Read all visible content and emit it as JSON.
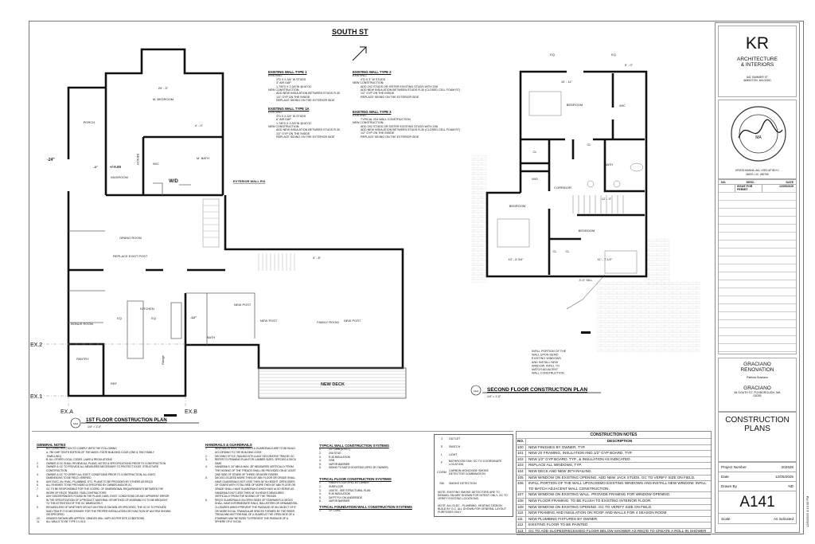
{
  "street_title": "SOUTH ST",
  "wall_types": [
    {
      "title": "EXISTING WALL TYPE 1",
      "lines": [
        "EXISTING:",
        "3\"D X 2-3/4\" W STUDS",
        "3\" AIR GAP",
        "1-7/8\"D X 2-3/4\"W @16\"OC",
        "NEW CONSTRUCTION:",
        "ADD NEW INSULATION BETWEEN STUDS R-30",
        "1/2\" GYP ON THE INSIDE",
        "REPLACE SIDING ON THE EXTERIOR SIDE"
      ]
    },
    {
      "title": "EXISTING WALL TYPE 1A",
      "lines": [
        "EXISTING:",
        "3\"D X 2-3/4\" W STUDS",
        "6\" AIR GAP",
        "1-7/8\"D X 2-3/4\"W @16\"OC",
        "NEW CONSTRUCTION:",
        "ADD NEW INSULATION BETWEEN STUDS R-30",
        "1/2\" GYP ON THE INSIDE",
        "REPLACE SIDING ON THE EXTERIOR SIDE"
      ]
    },
    {
      "title": "EXISTING WALL TYPE 2",
      "lines": [
        "EXISTING:",
        "4\"D X 3\" W STUDS",
        "NEW CONSTRUCTION:",
        "ADD 2X2 STUDS OR SISTER EXISTING STUDS WITH 2X6",
        "ADD NEW INSULATION BETWEEN STUDS R-30 (CLOSED CELL FOAM R7)",
        "1/2\" GYP ON THE INSIDE",
        "REPLACE SIDING ON THE EXTERIOR SIDE"
      ]
    },
    {
      "title": "EXISTING WALL TYPE 3",
      "lines": [
        "EXISTING:",
        "TYPICAL 2X4 WALL CONSTRUCTION",
        "NEW CONSTRUCTION:",
        "ADD 2X2 STUDS OR SISTER EXISTING STUDS WITH 2X6",
        "ADD NEW INSULATION BETWEEN STUDS R-30 (CLOSED CELL FOAM R7)",
        "1/2\" GYP ON THE INSIDE",
        "REPLACE SIDING ON THE EXTERIOR SIDE"
      ]
    }
  ],
  "plan1": {
    "title": "1ST FLOOR CONSTRUCTION  PLAN",
    "scale": "1/4\" = 1'-0\"",
    "ref": "A111",
    "rooms": [
      "M. BEDROOM",
      "PORCH",
      "W/C",
      "M. BATH",
      "MUDROOM",
      "W/D",
      "DINING ROOM",
      "KITCHEN",
      "BONUS ROOM",
      "PANTRY",
      "REF",
      "BATH",
      "FAMILY ROOM",
      "NEW DECK"
    ],
    "grids": [
      "EX.1",
      "EX.2",
      "EX.A",
      "EX.B"
    ],
    "dims": [
      "20' - 5\"",
      "4' - 0\"",
      "+/-0.00",
      "-24\"",
      "-3\"",
      "-12\"",
      "4' - 8\"",
      "EQ",
      "EQ",
      "BENCH",
      "Range"
    ],
    "notes": [
      "REPLACE EXIST POST",
      "NEW POST",
      "NEW POST",
      "NEW POST",
      "EXTERIOR WALL R/3"
    ]
  },
  "plan2": {
    "title": "SECOND FLOOR CONSTRUCTION PLAN",
    "scale": "1/4\" = 1'-0\"",
    "ref": "A111",
    "rooms": [
      "BEDROOM",
      "WIC",
      "CL",
      "BATH",
      "CORRIDOR",
      "W/D",
      "BEDROOM",
      "BEDROOM",
      "CL",
      "CL",
      "CL"
    ],
    "dims": [
      "EQ",
      "EQ",
      "5' - 0\"",
      "10' - 11\"",
      "10' - 8 3/4\"",
      "11' - 7 1/2\"",
      "12' - 3\"",
      "3'-0\" SILL"
    ],
    "infill_note": [
      "INFILL PORTION OF THE",
      "WALL UPON DEMO",
      "EXISTING WINDOWS",
      "AND INSTALL NEW",
      "WINDOW. INFILL TO",
      "MATCH ADJACENT",
      "WALL CONSTRUCTION."
    ]
  },
  "general_notes": {
    "title": "GENERAL NOTES",
    "items": [
      [
        "1.",
        "ALL CONSTRUCTION TO COMPLY WITH THE FOLLOWING"
      ],
      [
        "",
        "A.    780 CMR TENTH EDITION OF THE MASS. STATE BUILDING CODE (ONE & TWO FAMILY"
      ],
      [
        "",
        "       DWELLING)"
      ],
      [
        "",
        "B.    ALL OTHER LOCAL CODES, LAWS & REGULATIONS"
      ],
      [
        "2.",
        "OWNER & GC SHALL REVIEW ALL PLANS, NOTES & SPECIFICATIONS PRIOR TO CONSTRUCTION"
      ],
      [
        "3.",
        "OWNER & GC TO PROVIDE ALL MEASURES NECESSARY TO PROTECT EXIST. STRUCTURE"
      ],
      [
        "",
        "CONSTRUCTION"
      ],
      [
        "4.",
        "OWNER & GC TO VERIFY ALL EXIST. CONDITIONS PRIOR TO CONSTRUCTION; ALL EXIST."
      ],
      [
        "",
        "DIMENSIONS TO BE FIELD VERIFIED"
      ],
      [
        "5.",
        "ANY ELEC. AV, HVAC, PLUMBING, ETC. PLANS TO BE PROVIDED BY OTHERS AS REQ'D"
      ],
      [
        "6.",
        "ALL FINISHES TO BE PROVIDED & SPECIFIED BY OWNER AND/OR GC"
      ],
      [
        "7.",
        "GC TO BE RESPONSIBLE FOR THE COORD. OF DIMENSIONAL REQUIREMENTS BETWEEN THE"
      ],
      [
        "",
        "WORK OF REQ'D TRADES / SUB-CONTRACTORS"
      ],
      [
        "8.",
        "ANY DISCREPANCIES FOUND IN THE PLANS, DIMS, EXIST. CONDITIONS OR ANY APPARENT ERROR"
      ],
      [
        "",
        "IN THE SPECIFICATION OF A PRODUCT, MATERIAL OR METHOD OF ASSEMBLY IS TO BE BROUGHT"
      ],
      [
        "",
        "TO THE ATTENTION OF THE GC IMMEDIATELY"
      ],
      [
        "9.",
        "REGARDLESS OF WHETHER OR NOT AN ITEM IS SHOWN OR SPECIFIED, THE GC IS TO PROVIDE"
      ],
      [
        "",
        "SAID ITEM IF IT IS NECESSARY FOR THE PROPER INSTALLATION OR FUNCTION OF AN ITEM SHOWN"
      ],
      [
        "",
        "OR SPECIFIED"
      ],
      [
        "10.",
        "GRADES SHOWN ARE APPROX. GRADES WILL VARY AS PER SITE CONDITIONS"
      ],
      [
        "11.",
        "ALL WALLS TO BE TYPE 1 U.N.O."
      ]
    ]
  },
  "handrails": {
    "title": "HANDRAILS & GUARDRAILS",
    "items": [
      [
        "1.",
        "NEW BALUSTERS, HANDRAILS & GUARDRAILS ARE TO BE BUILD"
      ],
      [
        "",
        "ACCORDING TO THE BUILDING CODE"
      ],
      [
        "2.",
        "DECKING STYLE, RAILING KITS & ANY DECORATIVE TRIM BY GC"
      ],
      [
        "3.",
        "REFER TO FRAMING PLAN FOR LUMBER SIZES, SPECIES & DECK"
      ],
      [
        "",
        "DIMS"
      ],
      [
        "4.",
        "HANDRAILS: 34\" MIN & MAX. 38\" MEASURED VERTICALLY FROM"
      ],
      [
        "",
        "THE NOSING OF THE TREADS SHALL BE PROVIDED ON AT LEAST"
      ],
      [
        "",
        "ONE SIDE OF STAIRS OF THREE OR MORE RISERS"
      ],
      [
        "5.",
        "DECKS LOCATED MORE THEN 30\" ABV FLOOR OR GRADE SHALL"
      ],
      [
        "",
        "HAVE GUARDRAILS NOT LESS THEN 36\" IN HEIGHT. OPEN SIDES"
      ],
      [
        "",
        "OF STAIRS WITH TOTAL RISE OF MORE THEN 30\" ABV FLOOR OR"
      ],
      [
        "",
        "GRADE  SHALL HAVE GUARDRAILS WHICH MAY ALSO SERVE AS"
      ],
      [
        "",
        "HANDRAILS NOT LESS THEN 34\" IN HEIGHT MEASURED"
      ],
      [
        "",
        "VERTICALLY FROM THE NOSING OF THE TREADS"
      ],
      [
        "6.",
        "REQ'D GUARDRAILS ON OPEN SIDES OF STAIRWAYS & DECKS"
      ],
      [
        "",
        "SHALL HAVE INTERMEDIATE RAILS, BALUSTERS OR ORNAMENTAL"
      ],
      [
        "",
        "CLOSURES WHICH PREVENT THE PASSAGE OF AN OBJECT OF 5\""
      ],
      [
        "",
        "OR MORE IN DIA. TRIANGULAR SPACES FORMED BY THE RISER,"
      ],
      [
        "",
        "TREAD AND BOTTOM RAIL OF A GUARD AT THE OPEN SIDE OF A"
      ],
      [
        "",
        "STAIRWAY MAY BE SIZED TO PREVENT THE PASSAGE OF A"
      ],
      [
        "",
        "SPHERE OF 6\" IN DIA."
      ]
    ]
  },
  "wall_systems": {
    "title": "TYPICAL WALL CONSTRUCTION SYSTEMS",
    "items": [
      [
        "1.",
        "1/2\" GWB (U.N.O.)"
      ],
      [
        "2.",
        "2X6 STUD"
      ],
      [
        "3.",
        "R-30 INSULATION"
      ],
      [
        "4.",
        "OSB"
      ],
      [
        "5.",
        "VAPOR BARRIER"
      ],
      [
        "6.",
        "SIDING TO MATCH EXISTING (SPEC BY OWNER)"
      ]
    ]
  },
  "floor_systems": {
    "title": "TYPICAL FLOOR CONSTRUCTION SYSTEMS",
    "items": [
      [
        "1.",
        "FINISH FLOOR SPEC BY OWNER"
      ],
      [
        "2.",
        "SUBFLOOR"
      ],
      [
        "3.",
        "JOISTS - SEE STRUCTURAL PLAN"
      ],
      [
        "4.",
        "R-30 INSULATION"
      ],
      [
        "5.",
        "3/4\"PT PLY ON UNDERSIDE"
      ],
      [
        "6.",
        "VAPOR BARRIER"
      ]
    ]
  },
  "foundation_systems": {
    "title": "TYPICAL FOUNDATION WALL CONSTRUCTION SYSTEMS",
    "items": [
      [
        "1.",
        "10\" CONC"
      ]
    ]
  },
  "legend": {
    "items": [
      {
        "symbol": "⏀",
        "label": "OUTLET"
      },
      {
        "symbol": "S",
        "label": "SWITCH"
      },
      {
        "symbol": "L",
        "label": "LIGHT"
      },
      {
        "symbol": "F",
        "label": "BATHROOM FAN: GC TO COORDINATE LOCATION"
      },
      {
        "symbol": "CO/SM",
        "label": "CARBON MONOXIDE SMOKE DETECTOR COMBINATION"
      },
      {
        "symbol": "SM",
        "label": "SMOKE DETECTION"
      }
    ],
    "notes": [
      "NOTE: EXISTING SMOKE DETECTORS ARE TO REMAIN. SM ARE SHOWN FOR INTENT ONLY. GC TO VERIFY EXISTING LOCATIONS.",
      "NOTE: ALL ELEC., PLUMBING, HEATING DESIGN BUILD BY G.C. ALL SHOWN FOR GENERAL LAYOUT PURPOSES ONLY"
    ]
  },
  "construction_notes": {
    "title": "CONSTRUCTION NOTES",
    "col_no": "NO.",
    "col_desc": "DESCRIPTION",
    "rows": [
      {
        "no": "100",
        "desc": "NEW FINISHES BY OWNER, TYP."
      },
      {
        "no": "101",
        "desc": "NEW 2X FRAMING, INSULATION AND 1/2\" GYP BOARD, TYP."
      },
      {
        "no": "102",
        "desc": "NEW 1/2\" GYP BOARD, TYP., & INSULATION AS INDICATED."
      },
      {
        "no": "103",
        "desc": "REPLACE ALL WINDOWS, TYP."
      },
      {
        "no": "104",
        "desc": "NEW DECK AND NEW 36\"H RAILING."
      },
      {
        "no": "105",
        "desc": "NEW WINDOW ON EXISTING OPENING. ADD NEW JACK STUDS. GC TO VERIFY SIZE ON FIELD."
      },
      {
        "no": "106",
        "desc": "INFILL PORTION OF THE WALL UPON DEMO EXISTING WINDOWS AND INSTALL NEW WINDOW. INFILL TO MATCH ADJACENT WALL CONSTRUCTION."
      },
      {
        "no": "107",
        "desc": "NEW WINDOW ON EXISTING WALL. PROVIDE FRAMING FOR WINDOW OPENING."
      },
      {
        "no": "108",
        "desc": "NEW FLOOR FRAMING. TO BE FLUSH TO EXISTING INTERIOR FLOOR."
      },
      {
        "no": "109",
        "desc": "NEW WINDOW ON EXISTING OPENING. GC TO VERIFY SIZE ON FIELD."
      },
      {
        "no": "110",
        "desc": "NEW FRAMING AND INSULATION ON ROOF AND WALLS FOR 4 SEASON ROOM."
      },
      {
        "no": "111",
        "desc": "NEW PLUMBING FIXTURES BY OWNER."
      },
      {
        "no": "112",
        "desc": "EXISTING FLOOR TO BE PAINTED."
      },
      {
        "no": "113",
        "desc": "GC TO ADD SLOPED/RECESSED FLOOR BELOW SHOWER AS REQ'D TO CREATE A ROLL-IN SHOWER"
      }
    ]
  },
  "title_block": {
    "firm_logo": "KR",
    "firm_name1": "ARCHITECTURE",
    "firm_name2": "& INTERIORS",
    "firm_addr1": "641 SUMMER ST",
    "firm_addr2": "ABINGTON, MA 02351",
    "seal_text": "REGISTERED ARCHITECT · KRISTA L. MANNA · ANDOVER MA · COMMONWEALTH OF MASSACHUSETTS",
    "architect1": "KRISTA MANNA, AIA, LEED AP BD+C",
    "architect2": "MASS. LIC. #50765",
    "rev_headers": [
      "NO.",
      "DESC.",
      "DATE"
    ],
    "rev_rows": [
      {
        "no": "",
        "desc": "ISSUE FOR PERMIT",
        "date": "12/05/2025"
      }
    ],
    "project1": "GRACIANO",
    "project2": "RENOVATION",
    "client": "Patricia Graciano",
    "site_name": "GRACIANO",
    "site_addr1": "84 SOUTH ST, FOXBOROUGH, MA",
    "site_addr2": "02035",
    "sheet_title1": "CONSTRUCTION",
    "sheet_title2": "PLANS",
    "project_number_label": "Project Number",
    "project_number": "202528",
    "date_label": "Date",
    "date": "12/05/2025",
    "drawn_by_label": "Drawn By",
    "drawn_by": "ND",
    "sheet_number": "A141",
    "scale_label": "Scale",
    "scale": "As indicated",
    "timestamp": "12/5/2025 4:13:30 PM"
  }
}
